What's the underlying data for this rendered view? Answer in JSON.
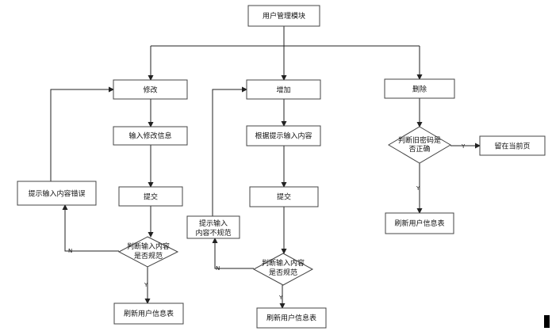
{
  "diagram": {
    "root": "用户管理模块",
    "modify": {
      "title": "修改",
      "input": "输入修改信息",
      "submit": "提交",
      "check_line1": "判断输入内容",
      "check_line2": "是否规范",
      "error": "提示输入内容错误",
      "refresh": "刷新用户信息表"
    },
    "add": {
      "title": "增加",
      "input": "根据提示输入内容",
      "submit": "提交",
      "check_line1": "判断输入内容",
      "check_line2": "是否规范",
      "error_line1": "提示输入",
      "error_line2": "内容不规范",
      "refresh": "刷新用户信息表"
    },
    "delete": {
      "title": "删除",
      "check_line1": "判断旧密码是",
      "check_line2": "否正确",
      "stay": "留在当前页",
      "refresh": "刷新用户信息表"
    },
    "labels": {
      "yes": "Y",
      "no": "N"
    }
  }
}
